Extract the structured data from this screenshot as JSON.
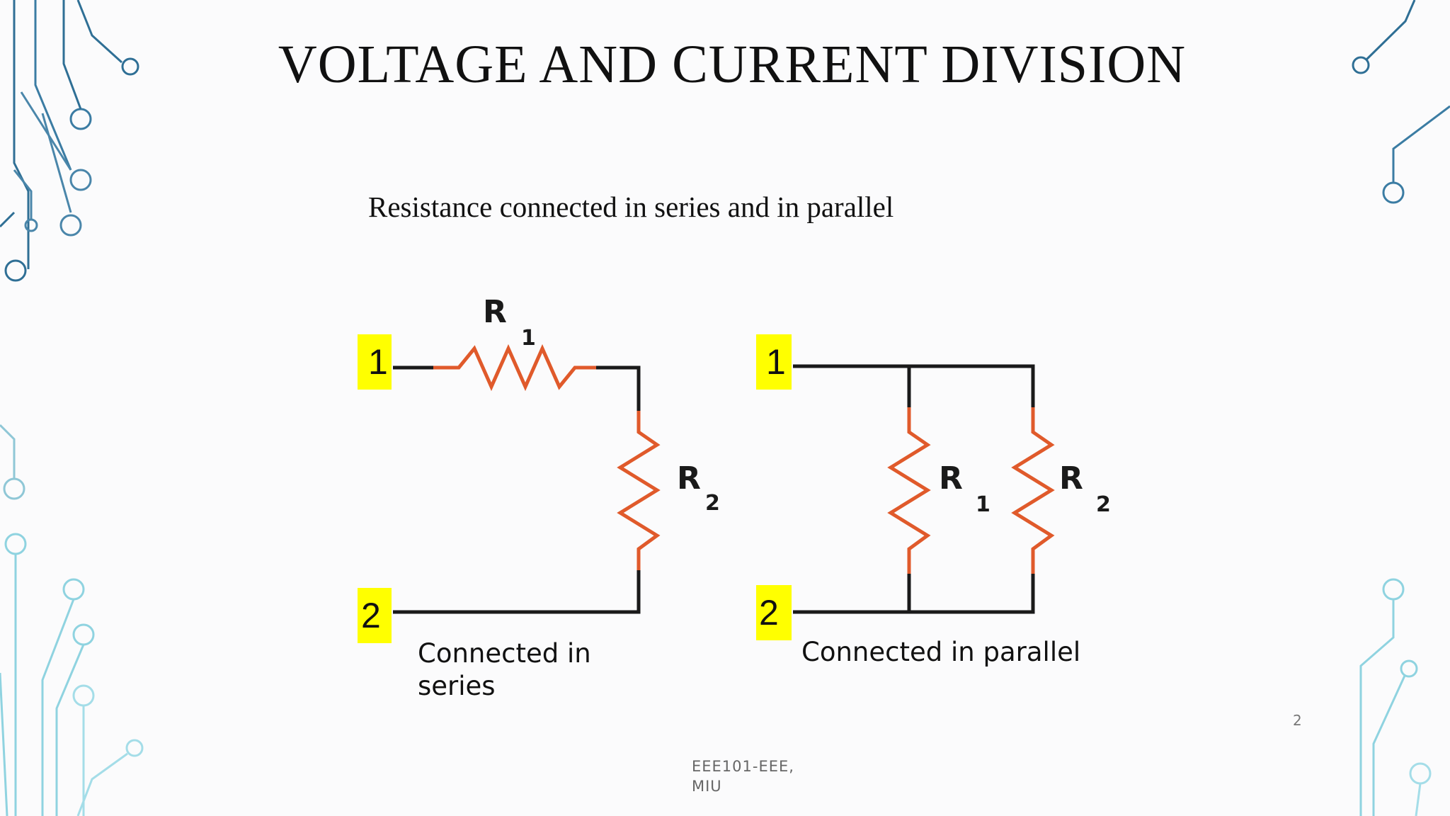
{
  "slide": {
    "title": "VOLTAGE AND CURRENT DIVISION",
    "subtitle": "Resistance connected in series and in parallel",
    "page_number": "2",
    "footer": "EEE101-EEE, MIU"
  },
  "series_diagram": {
    "terminal_top": "1",
    "terminal_bottom": "2",
    "r1_letter": "R",
    "r1_sub": "1",
    "r2_letter": "R",
    "r2_sub": "2",
    "caption": "Connected in series"
  },
  "parallel_diagram": {
    "terminal_top": "1",
    "terminal_bottom": "2",
    "r1_letter": "R",
    "r1_sub": "1",
    "r2_letter": "R",
    "r2_sub": "2",
    "caption": "Connected in parallel"
  },
  "colors": {
    "wire": "#1a1a1a",
    "resistor": "#e05a2b",
    "terminal_bg": "#ffff00",
    "deco_dark": "#2f6f95",
    "deco_light": "#8fd3e0"
  }
}
